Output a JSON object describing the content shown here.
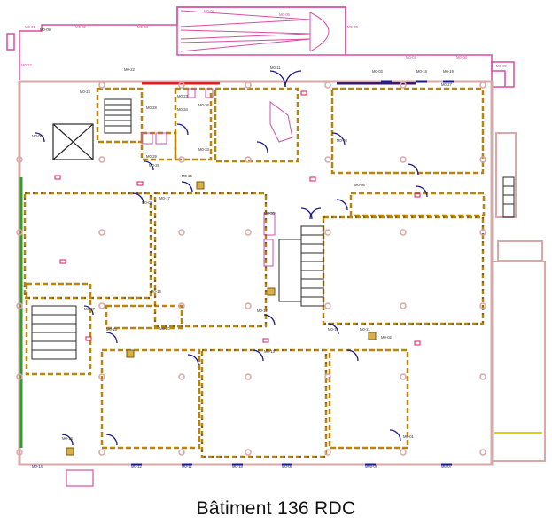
{
  "caption": "Bâtiment 136 RDC",
  "colors": {
    "wall": "#d9a8a8",
    "room_outline": "#b8860b",
    "dash_accent": "#5a3b1a",
    "doors": "#1a1a8c",
    "stairs": "#2a2a2a",
    "exterior": "#d64fa0",
    "green_facade": "#2aa02a",
    "red_wall": "#e02020",
    "furniture": "#c94fb0",
    "markers": "#d81a5a"
  },
  "door_labels": [
    "M0-27",
    "M0-03",
    "M0-22",
    "M0-24",
    "M0-23",
    "M0-36",
    "M0-34",
    "M0-33",
    "M0-08",
    "M0-17",
    "M0-26",
    "M0-16",
    "M0-20",
    "M0-13",
    "M0-12",
    "M0-10",
    "M0-21",
    "M0-02",
    "M0-01",
    "M0-14",
    "M0-15",
    "M0-05",
    "M0-04",
    "M0-07",
    "M0-06",
    "M0-11",
    "M0-18",
    "M0-19",
    "M0-09",
    "M0-25",
    "M0-28",
    "M0-29",
    "M0-30"
  ],
  "plate_labels": [
    "M0-14",
    "M0-12",
    "M0-11",
    "M0-18",
    "M0-08",
    "M00-06",
    "M0-07"
  ],
  "perimeter_labels": [
    "M0-01",
    "M0-02",
    "M0-03",
    "M0-04",
    "M0-05",
    "M0-06",
    "M0-07",
    "M0-08",
    "M0-09",
    "M0-10"
  ]
}
